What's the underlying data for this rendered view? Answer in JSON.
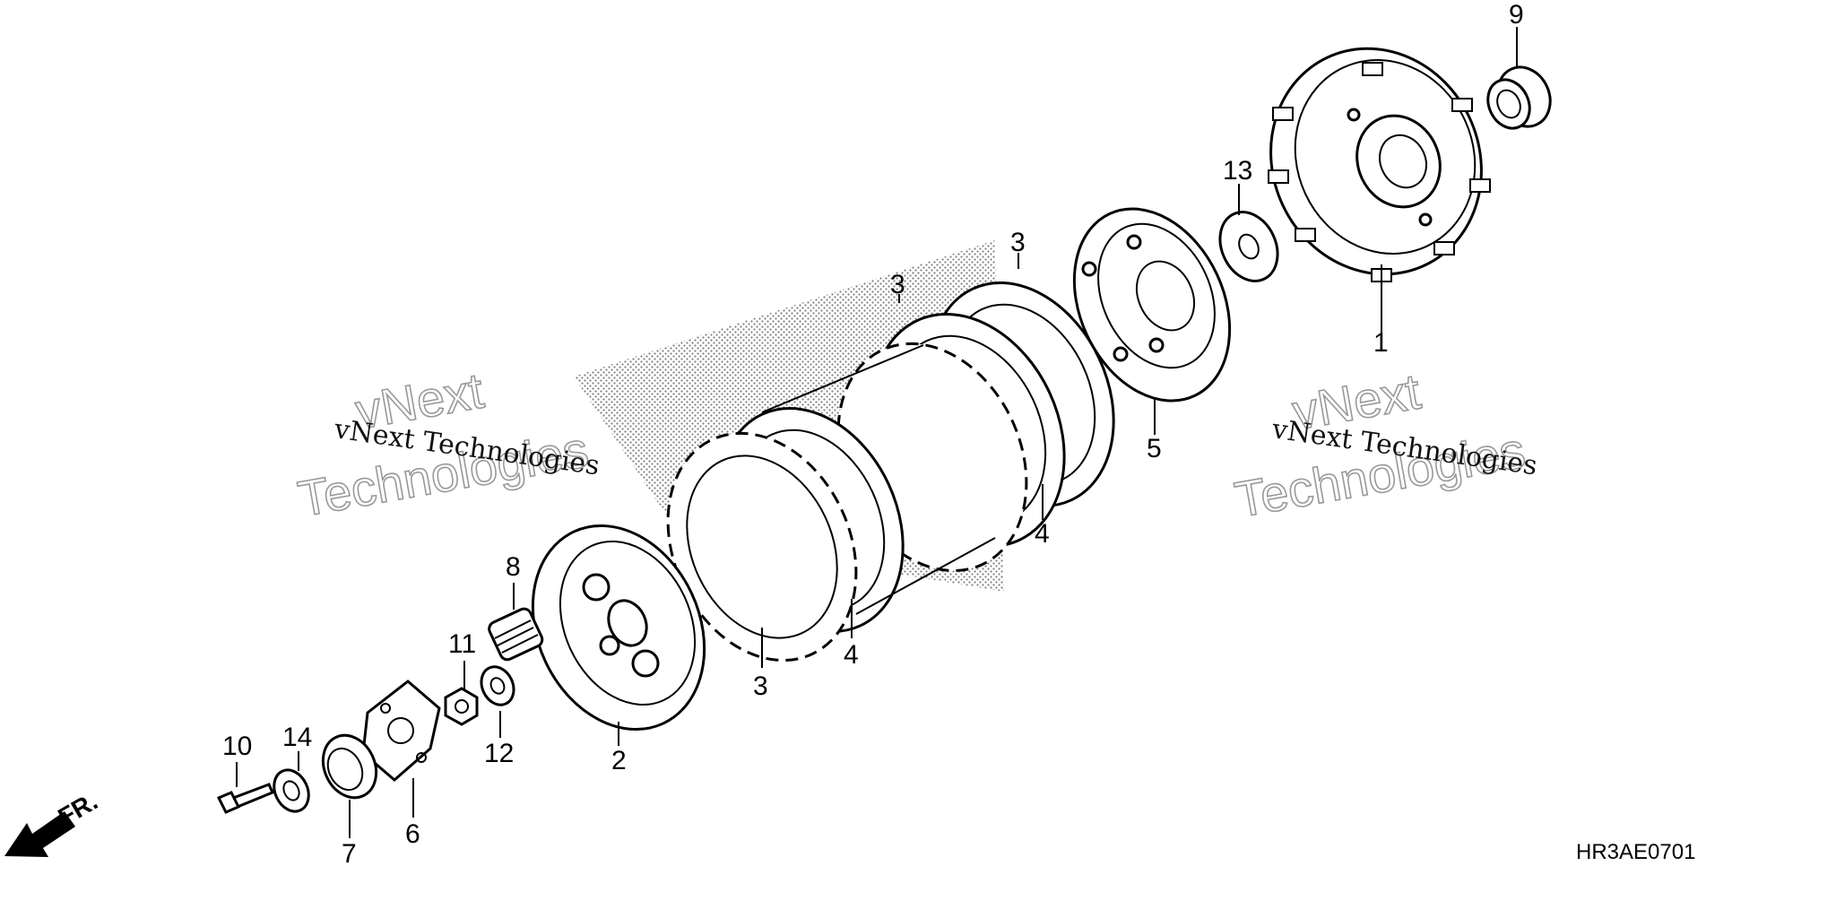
{
  "diagram": {
    "drawing_code": "HR3AE0701",
    "front_marker": "FR.",
    "watermarks": [
      {
        "line1": "vNext Technologies",
        "line2a": "vNext",
        "line2b": "Technologies"
      },
      {
        "line1": "vNext Technologies",
        "line2a": "vNext",
        "line2b": "Technologies"
      }
    ],
    "callouts": [
      {
        "id": "c1",
        "label": "1"
      },
      {
        "id": "c2",
        "label": "2"
      },
      {
        "id": "c3a",
        "label": "3"
      },
      {
        "id": "c3b",
        "label": "3"
      },
      {
        "id": "c3c",
        "label": "3"
      },
      {
        "id": "c4a",
        "label": "4"
      },
      {
        "id": "c4b",
        "label": "4"
      },
      {
        "id": "c5",
        "label": "5"
      },
      {
        "id": "c6",
        "label": "6"
      },
      {
        "id": "c7",
        "label": "7"
      },
      {
        "id": "c8",
        "label": "8"
      },
      {
        "id": "c9",
        "label": "9"
      },
      {
        "id": "c10",
        "label": "10"
      },
      {
        "id": "c11",
        "label": "11"
      },
      {
        "id": "c12",
        "label": "12"
      },
      {
        "id": "c13",
        "label": "13"
      },
      {
        "id": "c14",
        "label": "14"
      }
    ]
  }
}
